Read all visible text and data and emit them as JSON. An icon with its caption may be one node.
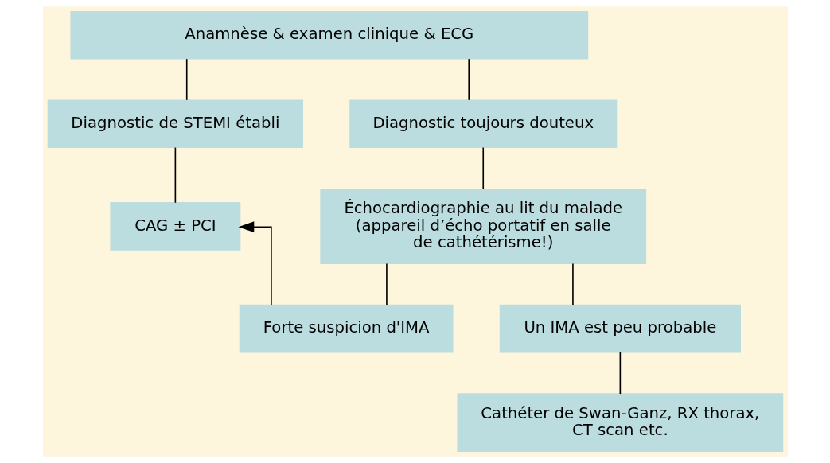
{
  "diagram": {
    "nodes": [
      {
        "text": [
          "Anamnèse & examen clinique & ECG"
        ]
      },
      {
        "text": [
          "Diagnostic de STEMI établi"
        ]
      },
      {
        "text": [
          "Diagnostic toujours douteux"
        ]
      },
      {
        "text": [
          "CAG ± PCI"
        ]
      },
      {
        "text": [
          "Échocardiographie au lit du malade (appareil d’écho portatif en salle de cathétérisme!)"
        ]
      },
      {
        "text": [
          "Forte suspicion d'IMA"
        ]
      },
      {
        "text": [
          "Un IMA est peu probable"
        ]
      },
      {
        "text": [
          "Cathéter de Swan-Ganz, RX thorax, CT scan etc."
        ]
      }
    ],
    "edges": [
      {
        "from": 0,
        "to": 1,
        "arrow": "none"
      },
      {
        "from": 0,
        "to": 2,
        "arrow": "none"
      },
      {
        "from": 1,
        "to": 3,
        "arrow": "none"
      },
      {
        "from": 2,
        "to": 4,
        "arrow": "none"
      },
      {
        "from": 4,
        "to": 5,
        "arrow": "none"
      },
      {
        "from": 4,
        "to": 6,
        "arrow": "none"
      },
      {
        "from": 5,
        "to": 3,
        "arrow": "to"
      },
      {
        "from": 6,
        "to": 7,
        "arrow": "none"
      }
    ]
  }
}
